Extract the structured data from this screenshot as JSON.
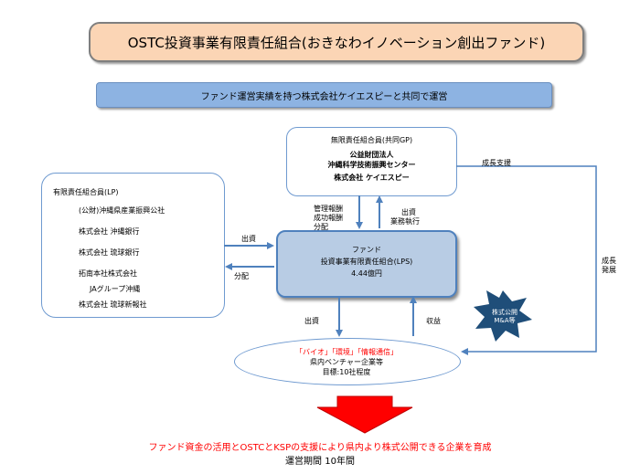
{
  "title": "OSTC投資事業有限責任組合(おきなわイノベーション創出ファンド)",
  "subtitle": "ファンド運営実績を持つ株式会社ケイエスピーと共同で運営",
  "gp": {
    "heading": "無限責任組合員(共同GP)",
    "line1": "公益財団法人",
    "line2": "沖縄科学技術振興センター",
    "line3": "株式会社 ケイエスピー"
  },
  "lp": {
    "heading": "有限責任組合員(LP)",
    "members": [
      "(公財)沖縄県産業振興公社",
      "株式会社 沖縄銀行",
      "株式会社 琉球銀行",
      "拓南本社株式会社",
      "JAグループ沖縄",
      "株式会社 琉球新報社"
    ]
  },
  "fund": {
    "name": "ファンド",
    "type": "投資事業有限責任組合(LPS)",
    "amount": "4.44億円"
  },
  "labels": {
    "mgmt1": "管理報酬",
    "mgmt2": "成功報酬",
    "mgmt3": "分配",
    "invest_gp1": "出資",
    "invest_gp2": "業務執行",
    "lp_invest": "出資",
    "lp_dist": "分配",
    "growth_support": "成長支援",
    "growth1": "成長",
    "growth2": "発展",
    "to_venture": "出資",
    "income": "収益"
  },
  "ipo_star": {
    "line1": "株式公開",
    "line2": "M&A等"
  },
  "venture": {
    "tags": "「バイオ」「環境」「情報通信」",
    "line2": "県内ベンチャー企業等",
    "line3": "目標:10社程度"
  },
  "footer": {
    "goal": "ファンド資金の活用とOSTCとKSPの支援により県内より株式公開できる企業を育成",
    "period": "運営期間 10年間"
  },
  "colors": {
    "title_bg": "#fbd5b5",
    "subtitle_bg": "#8db3e2",
    "fund_bg": "#b8cce4",
    "arrow_blue": "#4f81bd",
    "star": "#1f4e79",
    "red_arrow": "#ff0000",
    "goal_text": "#ff0000",
    "tags_text": "#ff0000"
  }
}
